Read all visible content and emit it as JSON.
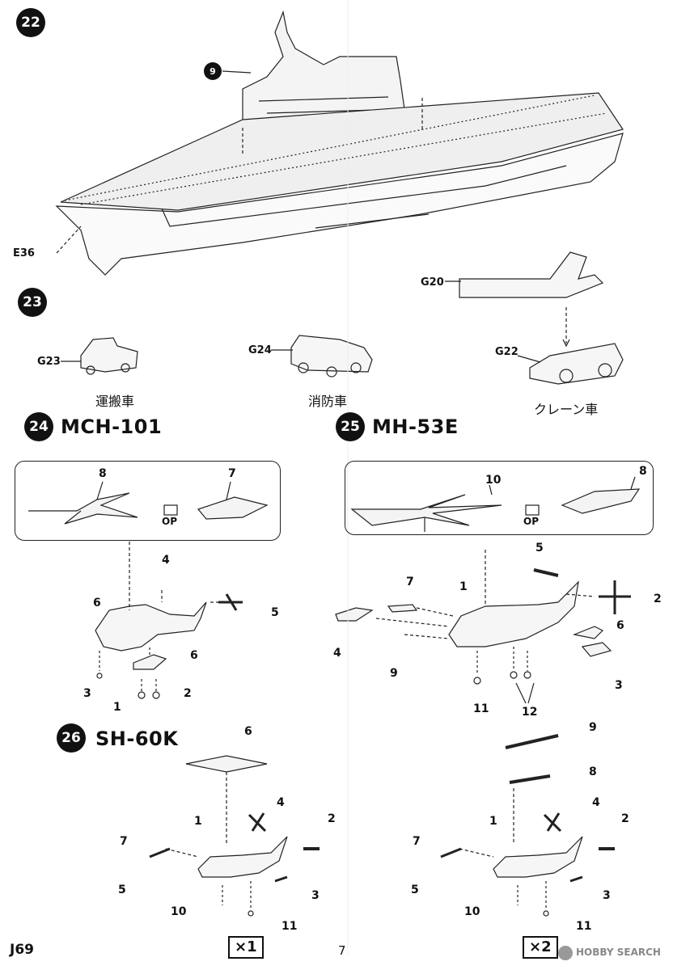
{
  "steps": {
    "s22": {
      "number": "22",
      "badge": "9",
      "part_e36": "E36"
    },
    "s23": {
      "number": "23",
      "parts": {
        "g20": "G20",
        "g22": "G22",
        "g23": "G23",
        "g24": "G24"
      },
      "captions": {
        "cart": "運搬車",
        "fire": "消防車",
        "crane": "クレーン車"
      }
    },
    "s24": {
      "number": "24",
      "title": "MCH-101",
      "op": "OP",
      "callouts": [
        "8",
        "7",
        "4",
        "6",
        "5",
        "6",
        "3",
        "1",
        "2"
      ]
    },
    "s25": {
      "number": "25",
      "title": "MH-53E",
      "op": "OP",
      "callouts": [
        "10",
        "8",
        "5",
        "7",
        "1",
        "2",
        "6",
        "4",
        "9",
        "3",
        "11",
        "12"
      ]
    },
    "s26": {
      "number": "26",
      "title": "SH-60K",
      "left_callouts": [
        "6",
        "4",
        "2",
        "1",
        "7",
        "5",
        "3",
        "10",
        "11"
      ],
      "right_callouts": [
        "9",
        "8",
        "4",
        "2",
        "1",
        "7",
        "5",
        "3",
        "10",
        "11"
      ],
      "qty_left": "×1",
      "qty_right": "×2"
    }
  },
  "footer": {
    "code": "J69",
    "page": "7",
    "watermark": "HOBBY SEARCH"
  }
}
